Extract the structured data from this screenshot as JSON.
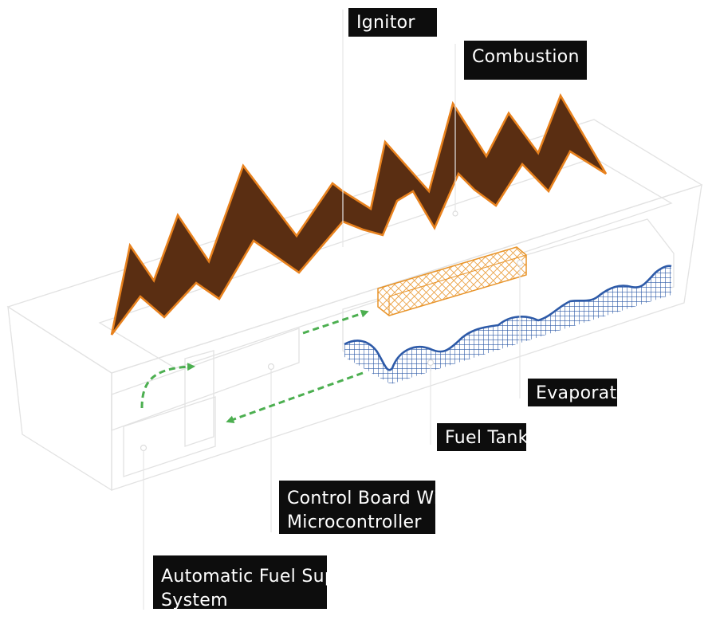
{
  "labels": {
    "ignitor": "Ignitor",
    "combustion": "Combustion",
    "evaporator": "Evaporator",
    "fuel_tank": "Fuel Tank",
    "control_board_line1": "Control Board With",
    "control_board_line2": "Microcontroller",
    "fuel_supply_line1": "Automatic Fuel Supply",
    "fuel_supply_line2": "System"
  },
  "colors": {
    "flame_fill": "#5a2e12",
    "flame_stroke": "#e8821e",
    "evaporator_mesh": "#e8942a",
    "fuel_mesh": "#2d5aa8",
    "flow_arrow": "#4caf50",
    "housing_outline": "#e2e2e2",
    "label_background": "#0d0d0d",
    "label_text": "#ffffff"
  }
}
